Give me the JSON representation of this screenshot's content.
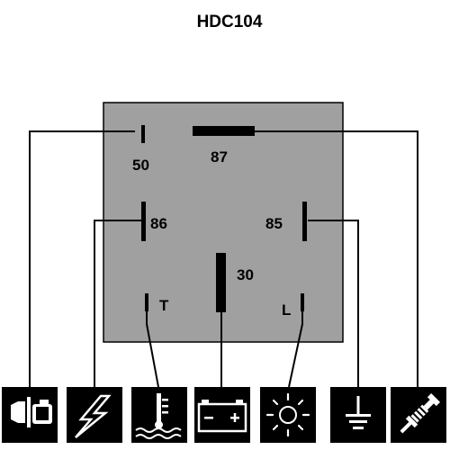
{
  "title": "HDC104",
  "colors": {
    "relay_body": "#a0a0a0",
    "ink": "#000000",
    "icon_bg": "#000000",
    "icon_fg": "#ffffff",
    "background": "#ffffff"
  },
  "pins": {
    "p50": "50",
    "p87": "87",
    "p86": "86",
    "p85": "85",
    "p30": "30",
    "pT": "T",
    "pL": "L"
  },
  "icons": [
    "starter-motor-icon",
    "ignition-spark-icon",
    "coolant-temperature-icon",
    "battery-icon",
    "warning-lamp-icon",
    "ground-icon",
    "glow-plug-icon"
  ]
}
